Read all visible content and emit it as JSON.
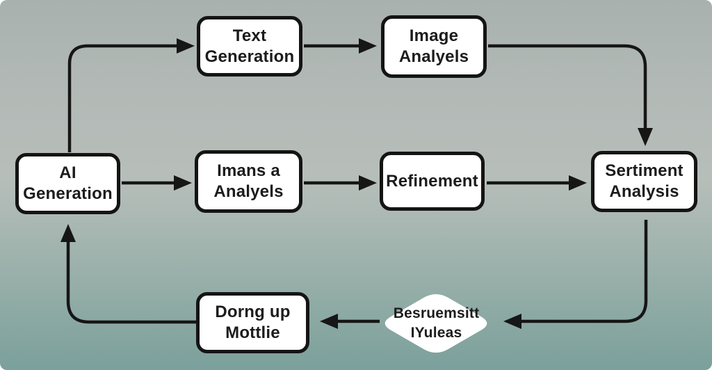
{
  "colors": {
    "bg-top": "#a9b1ae",
    "bg-mid": "#b7beba",
    "bg-low": "#9cb1ab",
    "bg-bottom": "#7ba09b",
    "node-fill": "#ffffff",
    "node-border": "#141414",
    "line": "#161616",
    "text": "#1c1c1c"
  },
  "diagram": {
    "type": "flowchart",
    "nodes": {
      "ai_generation": {
        "shape": "rounded-rect",
        "label": "AI\nGeneration"
      },
      "text_generation": {
        "shape": "rounded-rect",
        "label": "Text\nGeneration"
      },
      "image_analysis": {
        "shape": "rounded-rect",
        "label": "Image\nAnalyels"
      },
      "image_analysis_mid": {
        "shape": "rounded-rect",
        "label": "Imans a\nAnalyels"
      },
      "refinement": {
        "shape": "rounded-rect",
        "label": "Refinement"
      },
      "sentiment_analysis": {
        "shape": "rounded-rect",
        "label": "Sertiment\nAnalysis"
      },
      "model_update": {
        "shape": "rounded-rect",
        "label": "Dorng up\nMottlie"
      },
      "decision": {
        "shape": "diamond",
        "label": "Besruemsitt\nIYuleas"
      }
    },
    "edges": [
      {
        "from": "ai_generation",
        "to": "text_generation",
        "route": "up-then-right"
      },
      {
        "from": "text_generation",
        "to": "image_analysis",
        "route": "right"
      },
      {
        "from": "image_analysis",
        "to": "sentiment_analysis",
        "route": "right-then-down"
      },
      {
        "from": "ai_generation",
        "to": "image_analysis_mid",
        "route": "right"
      },
      {
        "from": "image_analysis_mid",
        "to": "refinement",
        "route": "right"
      },
      {
        "from": "refinement",
        "to": "sentiment_analysis",
        "route": "right"
      },
      {
        "from": "sentiment_analysis",
        "to": "decision",
        "route": "down-then-left"
      },
      {
        "from": "decision",
        "to": "model_update",
        "route": "left"
      },
      {
        "from": "model_update",
        "to": "ai_generation",
        "route": "left-then-up"
      }
    ]
  }
}
